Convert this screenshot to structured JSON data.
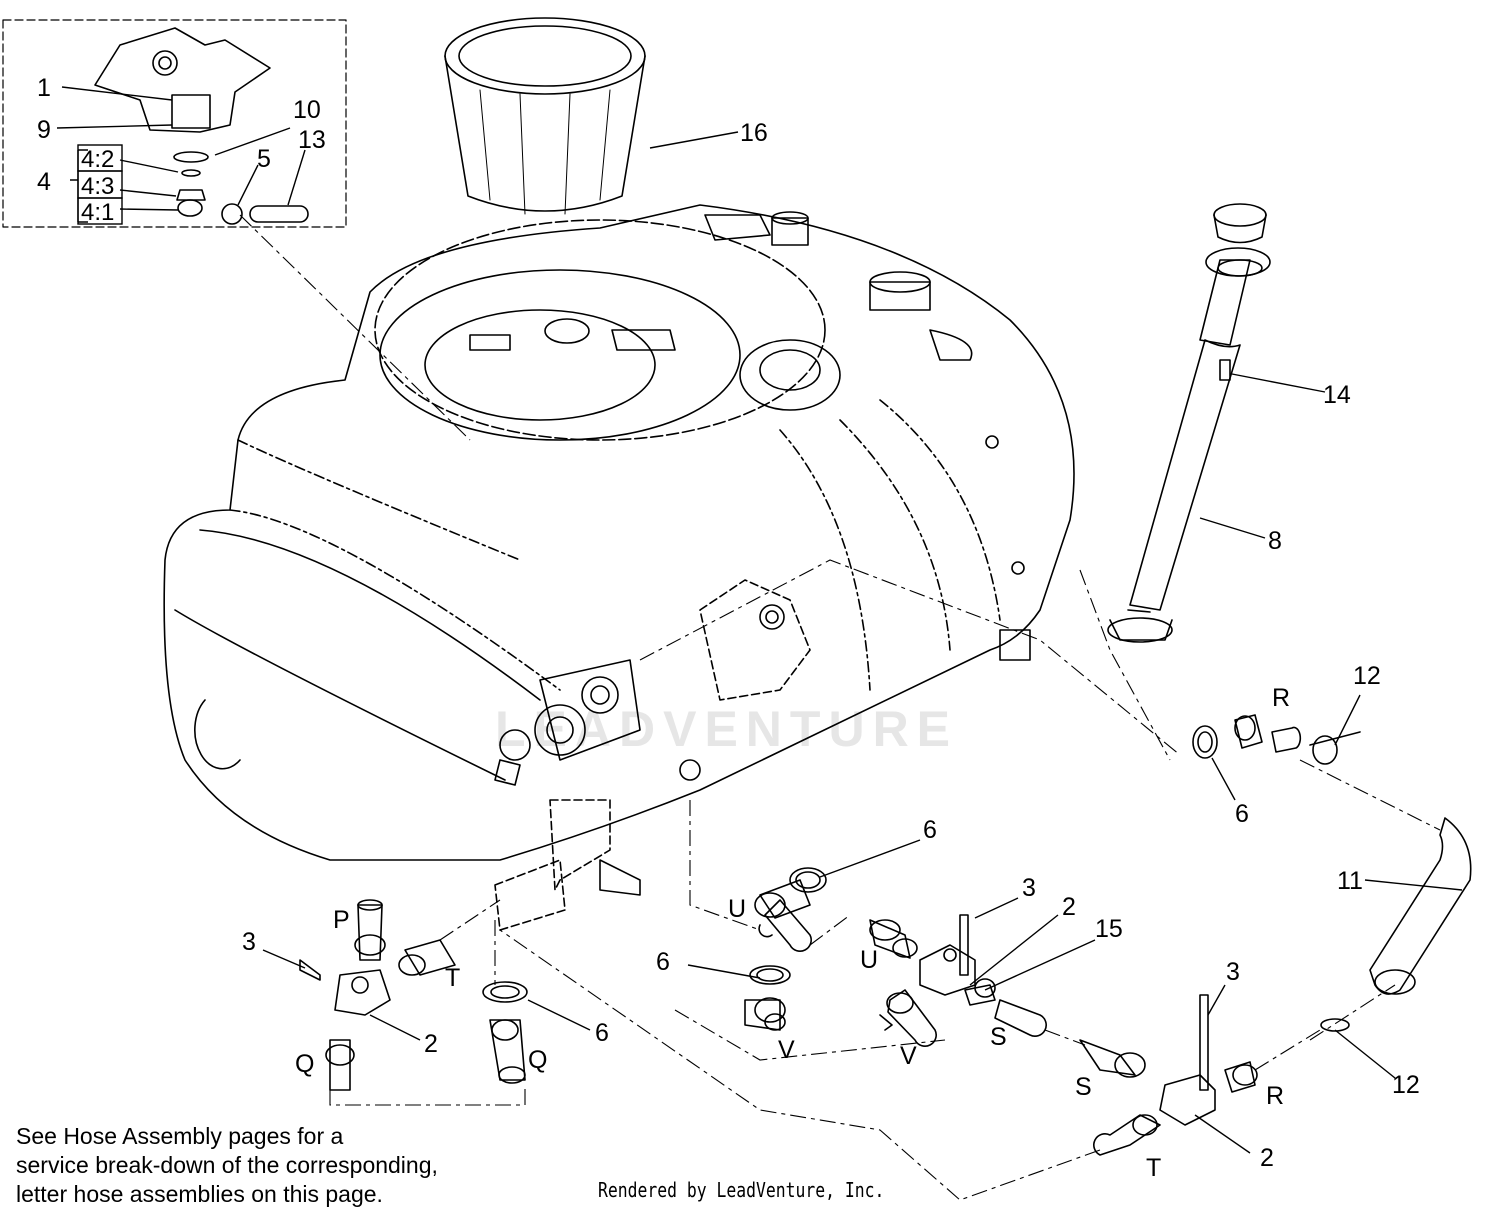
{
  "diagram": {
    "callouts": {
      "c1": "1",
      "c9": "9",
      "c10": "10",
      "c13": "13",
      "c4": "4",
      "c4_2": "4:2",
      "c4_3": "4:3",
      "c4_1": "4:1",
      "c5": "5",
      "c16": "16",
      "c14": "14",
      "c8": "8",
      "c12a": "12",
      "cRa": "R",
      "c6a": "6",
      "c11": "11",
      "c6b": "6",
      "cUa": "U",
      "c3a": "3",
      "c2a": "2",
      "c15": "15",
      "cUb": "U",
      "c6c": "6",
      "cVa": "V",
      "cVb": "V",
      "cSa": "S",
      "c3b": "3",
      "cSb": "S",
      "cRb": "R",
      "c12b": "12",
      "c2b": "2",
      "cTb": "T",
      "cP": "P",
      "c3c": "3",
      "cTa": "T",
      "c2c": "2",
      "cQa": "Q",
      "c6d": "6",
      "cQb": "Q"
    },
    "watermark": "LEADVENTURE",
    "note_lines": [
      "See Hose Assembly pages for a",
      "service break-down of the corresponding,",
      "letter hose assemblies on this page."
    ],
    "credit": "Rendered by LeadVenture, Inc.",
    "colors": {
      "line": "#000000",
      "watermark": "#e6e6e6"
    }
  }
}
